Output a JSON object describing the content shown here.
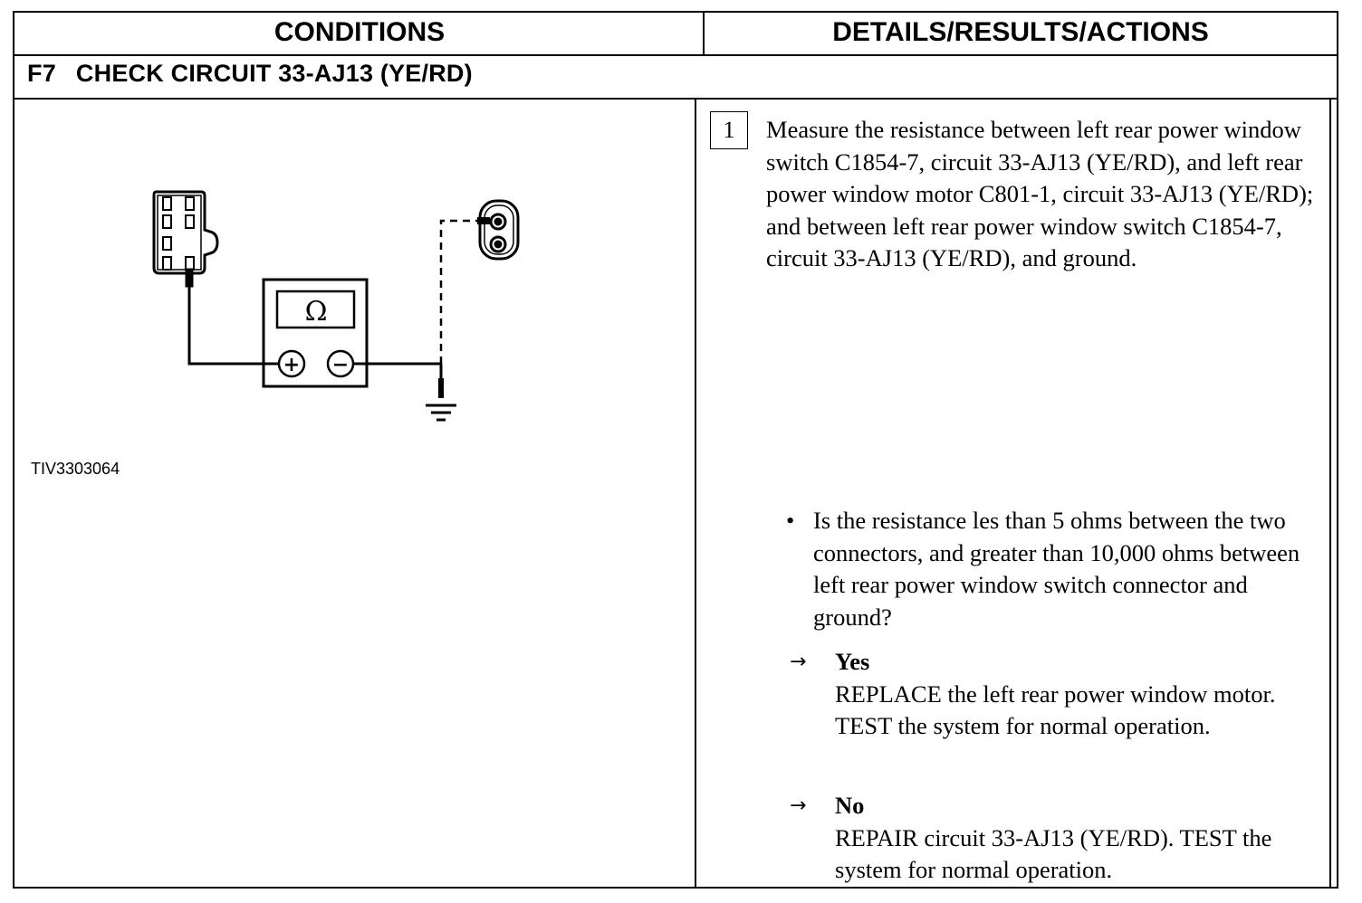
{
  "table": {
    "col_conditions": "CONDITIONS",
    "col_details": "DETAILS/RESULTS/ACTIONS"
  },
  "step": {
    "code": "F7",
    "title": "CHECK CIRCUIT 33-AJ13 (YE/RD)"
  },
  "figure": {
    "label": "TIV3303064",
    "meter_symbol": "Ω",
    "plus_symbol": "+",
    "minus_symbol": "−",
    "icons": [
      "switch-connector-icon",
      "ohmmeter-icon",
      "motor-connector-icon",
      "ground-icon"
    ]
  },
  "instruction": {
    "number": "1",
    "text": "Measure the resistance between left rear power window switch C1854-7, circuit 33-AJ13 (YE/RD), and left rear power window motor C801-1, circuit 33-AJ13 (YE/RD); and between left rear power window switch C1854-7, circuit 33-AJ13 (YE/RD), and ground."
  },
  "question": {
    "bullet": "•",
    "text": "Is the resistance les than 5 ohms between the two connectors, and greater than 10,000 ohms between left rear power window switch connector and ground?"
  },
  "answers": {
    "arrow": "→",
    "yes": {
      "label": "Yes",
      "text": "REPLACE the left rear power window motor. TEST the system for normal operation."
    },
    "no": {
      "label": "No",
      "text": "REPAIR circuit 33-AJ13 (YE/RD). TEST the system for normal operation."
    }
  }
}
